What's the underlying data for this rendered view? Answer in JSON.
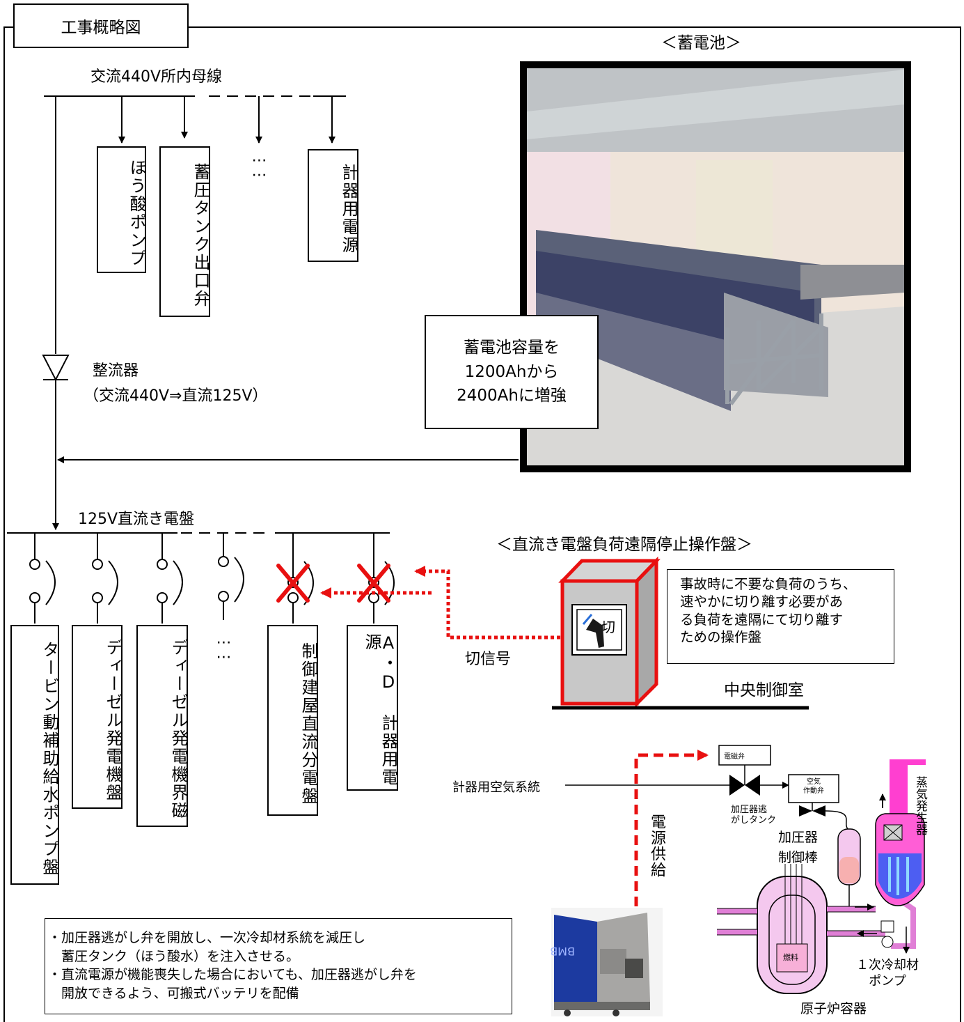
{
  "title": "工事概略図",
  "ac_bus_label": "交流440V所内母線",
  "ac_loads": [
    "ほう酸ポンプ",
    "蓄圧タンク出口弁",
    "⋯⋯",
    "計器用電源"
  ],
  "rectifier": {
    "label": "整流器",
    "spec": "（交流440V⇒直流125V）"
  },
  "battery": {
    "heading": "＜蓄電池＞",
    "callout_lines": [
      "蓄電池容量を",
      "1200Ahから",
      "2400Ahに増強"
    ]
  },
  "dc_bus_label": "125V直流き電盤",
  "dc_loads": [
    "タービン動補助給水ポンプ盤",
    "ディーゼル発電機盤",
    "ディーゼル発電機界磁",
    "⋯⋯",
    "制御建屋直流分電盤",
    "A・D 計器用電源"
  ],
  "remote_panel": {
    "heading": "＜直流き電盤負荷遠隔停止操作盤＞",
    "switch_label": "切",
    "signal_label": "切信号",
    "description_lines": [
      "事故時に不要な負荷のうち、",
      "速やかに切り離す必要があ",
      "る負荷を遠隔にて切り離す",
      "ための操作盤"
    ],
    "location": "中央制御室"
  },
  "pressurizer": {
    "air_system_label": "計器用空気系統",
    "solenoid_valve": "電磁弁",
    "air_valve_lines": [
      "空気",
      "作動弁"
    ],
    "relief_tank_lines": [
      "加圧器逃",
      "がしタンク"
    ],
    "pressurizer_label": "加圧器",
    "control_rod_label": "制御棒",
    "fuel_label": "燃料",
    "sg_label": "蒸気発生器",
    "rcp_lines": [
      "１次冷却材",
      "ポンプ"
    ],
    "vessel_label": "原子炉容器",
    "power_supply_label": "電源供給"
  },
  "notes": [
    "・加圧器逃がし弁を開放し、一次冷却材系統を減圧し",
    "　蓄圧タンク（ほう酸水）を注入させる。",
    "・直流電源が機能喪失した場合においても、加圧器逃がし弁を",
    "　開放できるよう、可搬式バッテリを配備"
  ],
  "colors": {
    "accent_red": "#e81010",
    "panel_gray": "#c8c8c8",
    "pink": "#ff3fd0",
    "pale_pink": "#f4c8ee"
  }
}
